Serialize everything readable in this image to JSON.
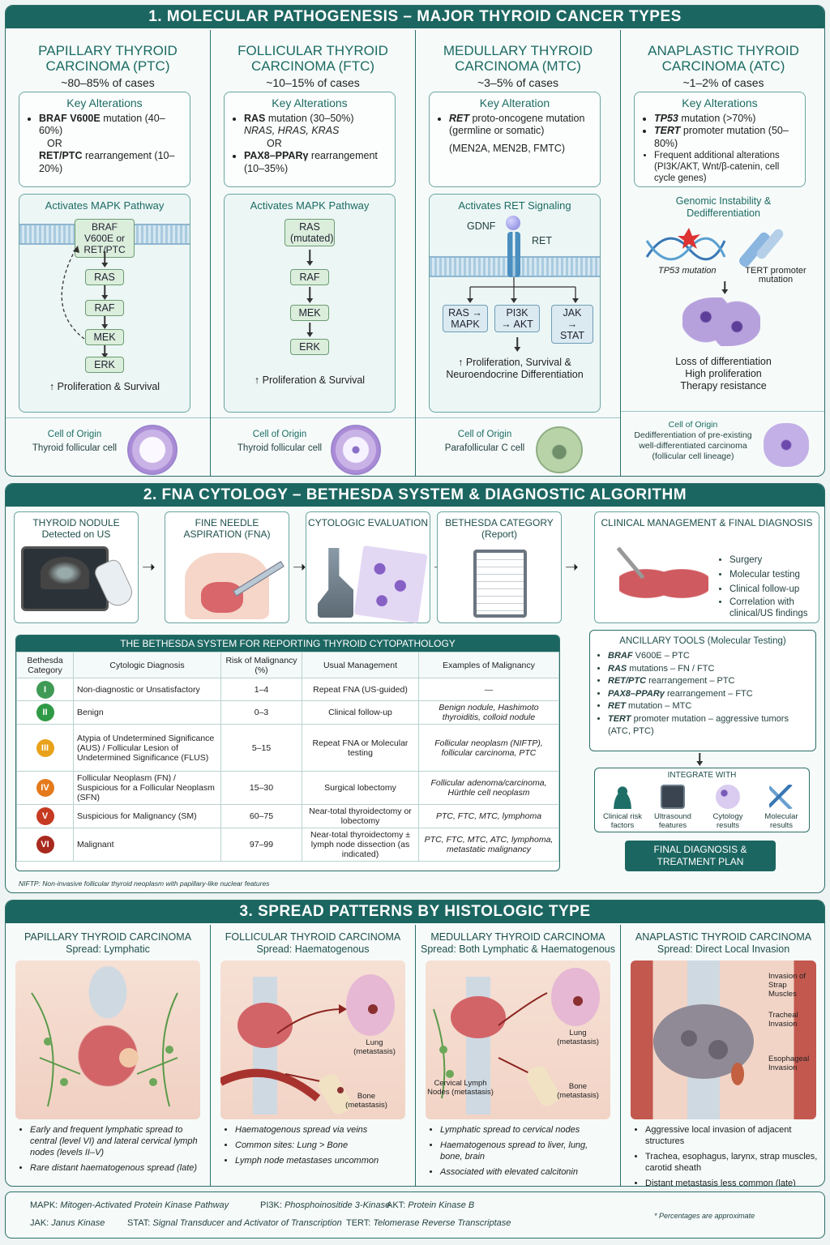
{
  "s1": {
    "title": "1. MOLECULAR PATHOGENESIS – MAJOR THYROID CANCER TYPES",
    "ptc": {
      "name1": "PAPILLARY THYROID",
      "name2": "CARCINOMA (PTC)",
      "pct": "~80–85% of cases",
      "kh": "Key Alterations",
      "k1a": "BRAF V600E",
      "k1b": " mutation (40–60%)",
      "or": "OR",
      "k2a": "RET/PTC",
      "k2b": " rearrangement (10–20%)",
      "ph": "Activates MAPK Pathway",
      "n0": "BRAF V600E or RET/PTC",
      "n1": "RAS",
      "n2": "RAF",
      "n3": "MEK",
      "n4": "ERK",
      "out": "↑ Proliferation & Survival",
      "oh": "Cell of Origin",
      "ov": "Thyroid follicular cell"
    },
    "ftc": {
      "name1": "FOLLICULAR THYROID",
      "name2": "CARCINOMA (FTC)",
      "pct": "~10–15% of cases",
      "kh": "Key Alterations",
      "k1a": "RAS",
      "k1b": " mutation (30–50%)",
      "k1c": "NRAS, HRAS, KRAS",
      "or": "OR",
      "k2a": "PAX8–PPARγ",
      "k2b": " rearrangement (10–35%)",
      "ph": "Activates MAPK Pathway",
      "n0": "RAS (mutated)",
      "n1": "RAF",
      "n2": "MEK",
      "n3": "ERK",
      "out": "↑ Proliferation & Survival",
      "oh": "Cell of Origin",
      "ov": "Thyroid follicular cell"
    },
    "mtc": {
      "name1": "MEDULLARY THYROID",
      "name2": "CARCINOMA (MTC)",
      "pct": "~3–5% of cases",
      "kh": "Key Alteration",
      "k1a": "RET",
      "k1b": " proto-oncogene mutation (germline or somatic)",
      "k2": "(MEN2A, MEN2B, FMTC)",
      "ph": "Activates RET Signaling",
      "gdnf": "GDNF",
      "ret": "RET",
      "b1": "RAS → MAPK",
      "b2": "PI3K → AKT",
      "b3": "JAK → STAT",
      "out": "↑ Proliferation, Survival & Neuroendocrine Differentiation",
      "oh": "Cell of Origin",
      "ov": "Parafollicular C cell"
    },
    "atc": {
      "name1": "ANAPLASTIC THYROID",
      "name2": "CARCINOMA (ATC)",
      "pct": "~1–2% of cases",
      "kh": "Key Alterations",
      "k1a": "TP53",
      "k1b": " mutation (>70%)",
      "k2a": "TERT",
      "k2b": " promoter mutation (50–80%)",
      "k3": "Frequent additional alterations (PI3K/AKT, Wnt/β-catenin, cell cycle genes)",
      "gh": "Genomic Instability & Dedifferentiation",
      "l1": "TP53 mutation",
      "l2": "TERT promoter mutation",
      "out": "Loss of differentiation High proliferation Therapy resistance",
      "oh": "Cell of Origin",
      "ov": "Dedifferentiation of pre-existing well-differentiated carcinoma (follicular cell lineage)"
    }
  },
  "s2": {
    "title": "2. FNA CYTOLOGY – BETHESDA SYSTEM & DIAGNOSTIC ALGORITHM",
    "f1": "THYROID NODULE",
    "f1b": "Detected on US",
    "f2": "FINE NEEDLE ASPIRATION (FNA)",
    "f3": "CYTOLOGIC EVALUATION",
    "f4": "BETHESDA CATEGORY",
    "f4b": "(Report)",
    "f5": "CLINICAL MANAGEMENT & FINAL DIAGNOSIS",
    "m1": "Surgery",
    "m2": "Molecular testing",
    "m3": "Clinical follow-up",
    "m4": "Correlation with clinical/US findings",
    "tt": "THE BETHESDA SYSTEM FOR REPORTING THYROID CYTOPATHOLOGY",
    "h": [
      "Bethesda Category",
      "Cytologic Diagnosis",
      "Risk of Malignancy (%)",
      "Usual Management",
      "Examples of Malignancy"
    ],
    "rows": [
      {
        "n": "I",
        "c": "#3f9a55",
        "d": "Non-diagnostic or Unsatisfactory",
        "r": "1–4",
        "m": "Repeat FNA (US-guided)",
        "e": "—"
      },
      {
        "n": "II",
        "c": "#2f9a46",
        "d": "Benign",
        "r": "0–3",
        "m": "Clinical follow-up",
        "e": "Benign nodule, Hashimoto thyroiditis, colloid nodule"
      },
      {
        "n": "III",
        "c": "#e8a21a",
        "d": "Atypia of Undetermined Significance (AUS) / Follicular Lesion of Undetermined Significance (FLUS)",
        "r": "5–15",
        "m": "Repeat FNA or Molecular testing",
        "e": "Follicular neoplasm (NIFTP), follicular carcinoma, PTC"
      },
      {
        "n": "IV",
        "c": "#e47a1c",
        "d": "Follicular Neoplasm (FN) / Suspicious for a Follicular Neoplasm (SFN)",
        "r": "15–30",
        "m": "Surgical lobectomy",
        "e": "Follicular adenoma/carcinoma, Hürthle cell neoplasm"
      },
      {
        "n": "V",
        "c": "#c63a22",
        "d": "Suspicious for Malignancy (SM)",
        "r": "60–75",
        "m": "Near-total thyroidectomy or lobectomy",
        "e": "PTC, FTC, MTC, lymphoma"
      },
      {
        "n": "VI",
        "c": "#a82a1e",
        "d": "Malignant",
        "r": "97–99",
        "m": "Near-total thyroidectomy ± lymph node dissection (as indicated)",
        "e": "PTC, FTC, MTC, ATC, lymphoma, metastatic malignancy"
      }
    ],
    "note": "NIFTP: Non-invasive follicular thyroid neoplasm with papillary-like nuclear features",
    "ah": "ANCILLARY TOOLS (Molecular Testing)",
    "a": [
      [
        "BRAF",
        " V600E – PTC"
      ],
      [
        "RAS",
        " mutations – FN / FTC"
      ],
      [
        "RET/PTC",
        " rearrangement – PTC"
      ],
      [
        "PAX8–PPARγ",
        " rearrangement – FTC"
      ],
      [
        "RET",
        " mutation – MTC"
      ],
      [
        "TERT",
        " promoter mutation – aggressive tumors (ATC, PTC)"
      ]
    ],
    "ih": "INTEGRATE WITH",
    "i1": "Clinical risk factors",
    "i2": "Ultrasound features",
    "i3": "Cytology results",
    "i4": "Molecular results",
    "fin": "FINAL DIAGNOSIS & TREATMENT PLAN"
  },
  "s3": {
    "title": "3. SPREAD PATTERNS BY HISTOLOGIC TYPE",
    "c1": {
      "t": "PAPILLARY THYROID CARCINOMA",
      "s": "Spread: Lymphatic",
      "b": [
        "Early and frequent lymphatic spread to central (level VI) and lateral cervical lymph nodes (levels II–V)",
        "Rare distant haematogenous spread (late)"
      ]
    },
    "c2": {
      "t": "FOLLICULAR THYROID CARCINOMA",
      "s": "Spread: Haematogenous",
      "lung": "Lung (metastasis)",
      "bone": "Bone (metastasis)",
      "b": [
        "Haematogenous spread via veins",
        "Common sites: Lung > Bone",
        "Lymph node metastases uncommon"
      ]
    },
    "c3": {
      "t": "MEDULLARY THYROID CARCINOMA",
      "s": "Spread: Both Lymphatic & Haematogenous",
      "lung": "Lung (metastasis)",
      "bone": "Bone (metastasis)",
      "node": "Cervical Lymph Nodes (metastasis)",
      "b": [
        "Lymphatic spread to cervical nodes",
        "Haematogenous spread to liver, lung, bone, brain",
        "Associated with elevated calcitonin"
      ]
    },
    "c4": {
      "t": "ANAPLASTIC THYROID CARCINOMA",
      "s": "Spread: Direct Local Invasion",
      "l1": "Invasion of Strap Muscles",
      "l2": "Tracheal Invasion",
      "l3": "Esophageal Invasion",
      "b": [
        "Aggressive local invasion of adjacent structures",
        "Trachea, esophagus, larynx, strap muscles, carotid sheath",
        "Distant metastasis less common (late)"
      ]
    }
  },
  "foot": {
    "a1": "MAPK:",
    "a1v": " Mitogen-Activated Protein Kinase Pathway",
    "a2": "PI3K:",
    "a2v": " Phosphoinositide 3-Kinase",
    "a3": "AKT:",
    "a3v": " Protein Kinase B",
    "a4": "JAK:",
    "a4v": " Janus Kinase",
    "a5": "STAT:",
    "a5v": " Signal Transducer and Activator of Transcription",
    "a6": "TERT:",
    "a6v": " Telomerase Reverse Transcriptase",
    "note": "* Percentages are approximate"
  }
}
